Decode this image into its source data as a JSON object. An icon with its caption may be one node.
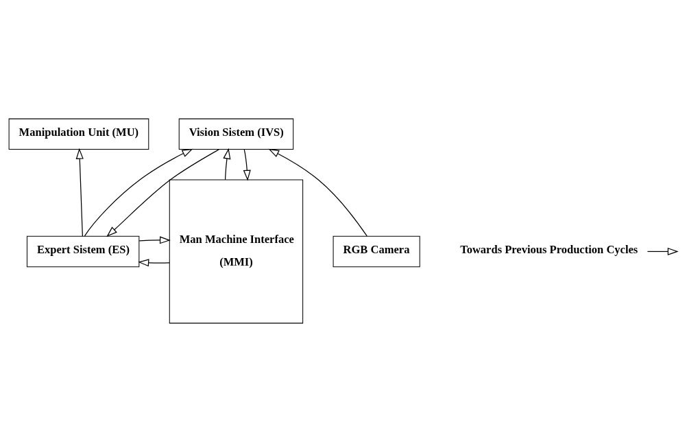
{
  "diagram": {
    "nodes": [
      {
        "text": [
          "Manipulation Unit (MU)"
        ]
      },
      {
        "text": [
          "Expert Sistem (ES)"
        ]
      },
      {
        "text": [
          "Man Machine Interface",
          "(MMI)"
        ]
      },
      {
        "text": [
          "Vision Sistem (IVS)"
        ]
      },
      {
        "text": [
          "RGB Camera"
        ]
      },
      {
        "text": [
          "Towards Previous Production Cycles"
        ]
      }
    ],
    "edges": [
      {
        "from": 1,
        "to": 0,
        "arrow": "to"
      },
      {
        "from": 1,
        "to": 2,
        "arrow": "to"
      },
      {
        "from": 2,
        "to": 1,
        "arrow": "to"
      },
      {
        "from": 3,
        "to": 1,
        "arrow": "to"
      },
      {
        "from": 1,
        "to": 3,
        "arrow": "to"
      },
      {
        "from": 3,
        "to": 2,
        "arrow": "to"
      },
      {
        "from": 2,
        "to": 3,
        "arrow": "to"
      },
      {
        "from": 4,
        "to": 3,
        "arrow": "to"
      },
      {
        "from": 5,
        "to": null,
        "arrow": "to"
      }
    ]
  }
}
